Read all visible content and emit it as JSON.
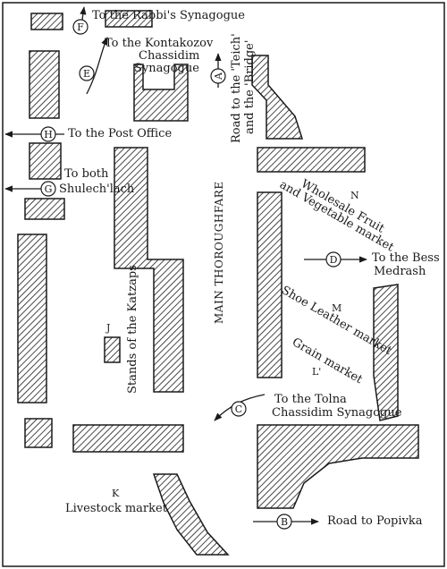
{
  "colors": {
    "ink": "#1a1a1a",
    "paper": "#ffffff"
  },
  "markers": {
    "A": "A",
    "B": "B",
    "C": "C",
    "D": "D",
    "E": "E",
    "F": "F",
    "G": "G",
    "H": "H"
  },
  "letters": {
    "J": "J",
    "K": "K",
    "L": "L'",
    "M": "M",
    "N": "N"
  },
  "labels": {
    "rabbis_synagogue": "To the Rabbi's Synagogue",
    "kontakozov_1": "To the Kontakozov",
    "kontakozov_2": "Chassidim",
    "kontakozov_3": "Synagogue",
    "road_teich": "Road to the 'Teich'",
    "and_bridge": "and the 'Bridge'",
    "post_office": "To the Post Office",
    "shulech_1": "To both",
    "shulech_2": "Shulech'lach",
    "wholesale": "Wholesale Fruit",
    "vegetable": "and Vegetable market",
    "main_thoroughfare": "MAIN THOROUGHFARE",
    "bess_1": "To the Bess",
    "bess_2": "Medrash",
    "shoe_leather": "Shoe Leather market",
    "grain": "Grain market",
    "katzaps": "Stands of the Katzaps",
    "tolna_1": "To the Tolna",
    "tolna_2": "Chassidim Synagogue",
    "livestock": "Livestock market",
    "popivka": "Road to Popivka"
  }
}
